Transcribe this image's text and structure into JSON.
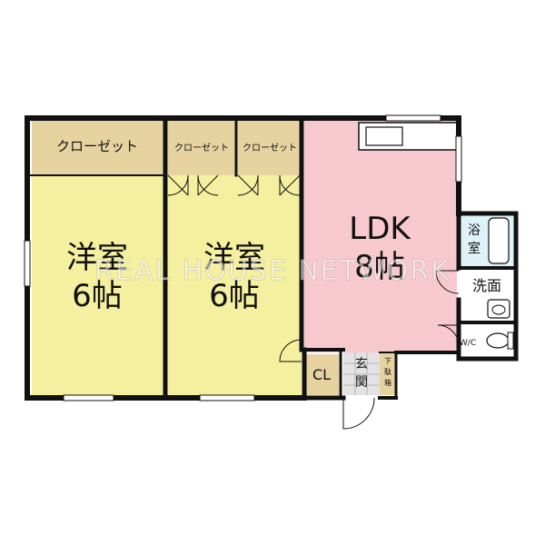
{
  "colors": {
    "closet": "#e6d3a0",
    "western_room": "#f5f0a0",
    "ldk": "#f7c9cf",
    "bath": "#dff2f7",
    "wall": "#111111",
    "genkan_floor": "#e3e3e3"
  },
  "rooms": {
    "closet_left": "クローゼット",
    "closet_mid_a": "クローゼット",
    "closet_mid_b": "クローゼット",
    "western_left_name": "洋室",
    "western_left_size": "6帖",
    "western_right_name": "洋室",
    "western_right_size": "6帖",
    "ldk_name": "LDK",
    "ldk_size": "8帖",
    "bath": "浴室",
    "washroom": "洗面",
    "wc": "W/C",
    "cl": "CL",
    "genkan": "玄関",
    "geta_bako": "下駄箱"
  },
  "watermark": "REAL HOUSE NETWORK"
}
